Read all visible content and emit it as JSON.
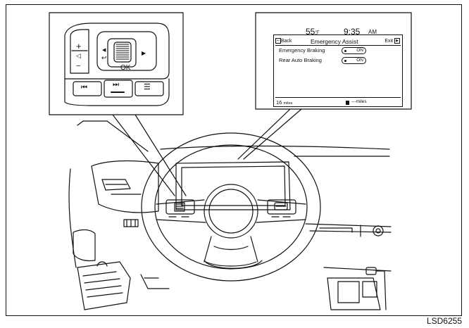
{
  "figure_code": "LSD6255",
  "display": {
    "speed": "55",
    "speed_unit_glyph": "ℱ",
    "time": "9:35",
    "time_unit": "AM",
    "back_label": "Back",
    "title": "Emergency Assist",
    "exit_label": "Exit",
    "rows": [
      {
        "label": "Emergency Braking",
        "state": "ON"
      },
      {
        "label": "Rear Auto Braking",
        "state": "ON"
      }
    ],
    "range_value": "16",
    "range_unit": "miles",
    "fuel_range": "---miles"
  },
  "switch_panel": {
    "volume_up": "+",
    "volume_down": "−",
    "ok_label": "OK",
    "left_arrow": "◀",
    "right_arrow": "▶",
    "back_arrow": "↩",
    "prev_track": "⏮",
    "next_track": "⏭",
    "menu": "☰"
  },
  "icons": {
    "speaker": "speaker-icon",
    "fuel": "fuel-pump-icon",
    "back": "back-icon",
    "exit": "exit-icon"
  }
}
